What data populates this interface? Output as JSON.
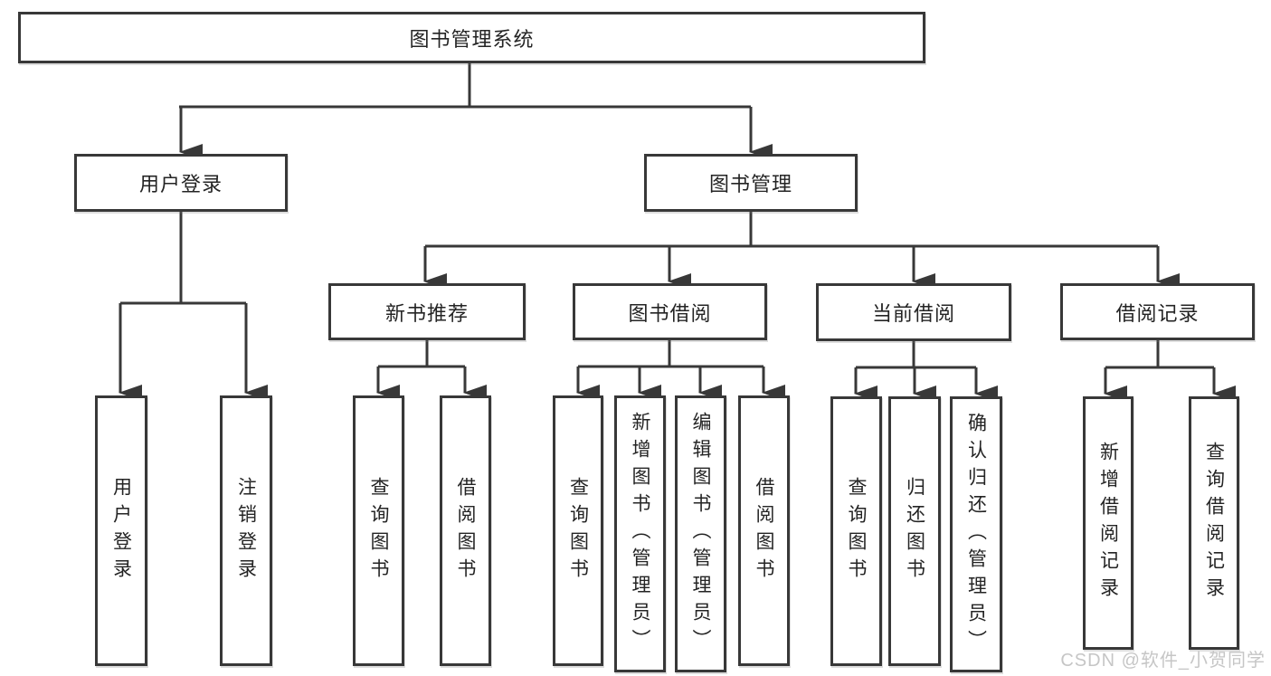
{
  "diagram": {
    "type": "hierarchy-chart",
    "colors": {
      "line": "#383838",
      "box_border": "#383838",
      "text": "#242424",
      "background": "#ffffff",
      "watermark": "#c6c6c6"
    },
    "tree": {
      "label": "图书管理系统",
      "children": [
        {
          "label": "用户登录",
          "children": [
            {
              "label": "用户登录"
            },
            {
              "label": "注销登录"
            }
          ]
        },
        {
          "label": "图书管理",
          "children": [
            {
              "label": "新书推荐",
              "children": [
                {
                  "label": "查询图书"
                },
                {
                  "label": "借阅图书"
                }
              ]
            },
            {
              "label": "图书借阅",
              "children": [
                {
                  "label": "查询图书"
                },
                {
                  "label": "新增图书（管理员）"
                },
                {
                  "label": "编辑图书（管理员）"
                },
                {
                  "label": "借阅图书"
                }
              ]
            },
            {
              "label": "当前借阅",
              "children": [
                {
                  "label": "查询图书"
                },
                {
                  "label": "归还图书"
                },
                {
                  "label": "确认归还（管理员）"
                }
              ]
            },
            {
              "label": "借阅记录",
              "children": [
                {
                  "label": "新增借阅记录"
                },
                {
                  "label": "查询借阅记录"
                }
              ]
            }
          ]
        }
      ]
    },
    "watermark": "CSDN @软件_小贺同学"
  }
}
